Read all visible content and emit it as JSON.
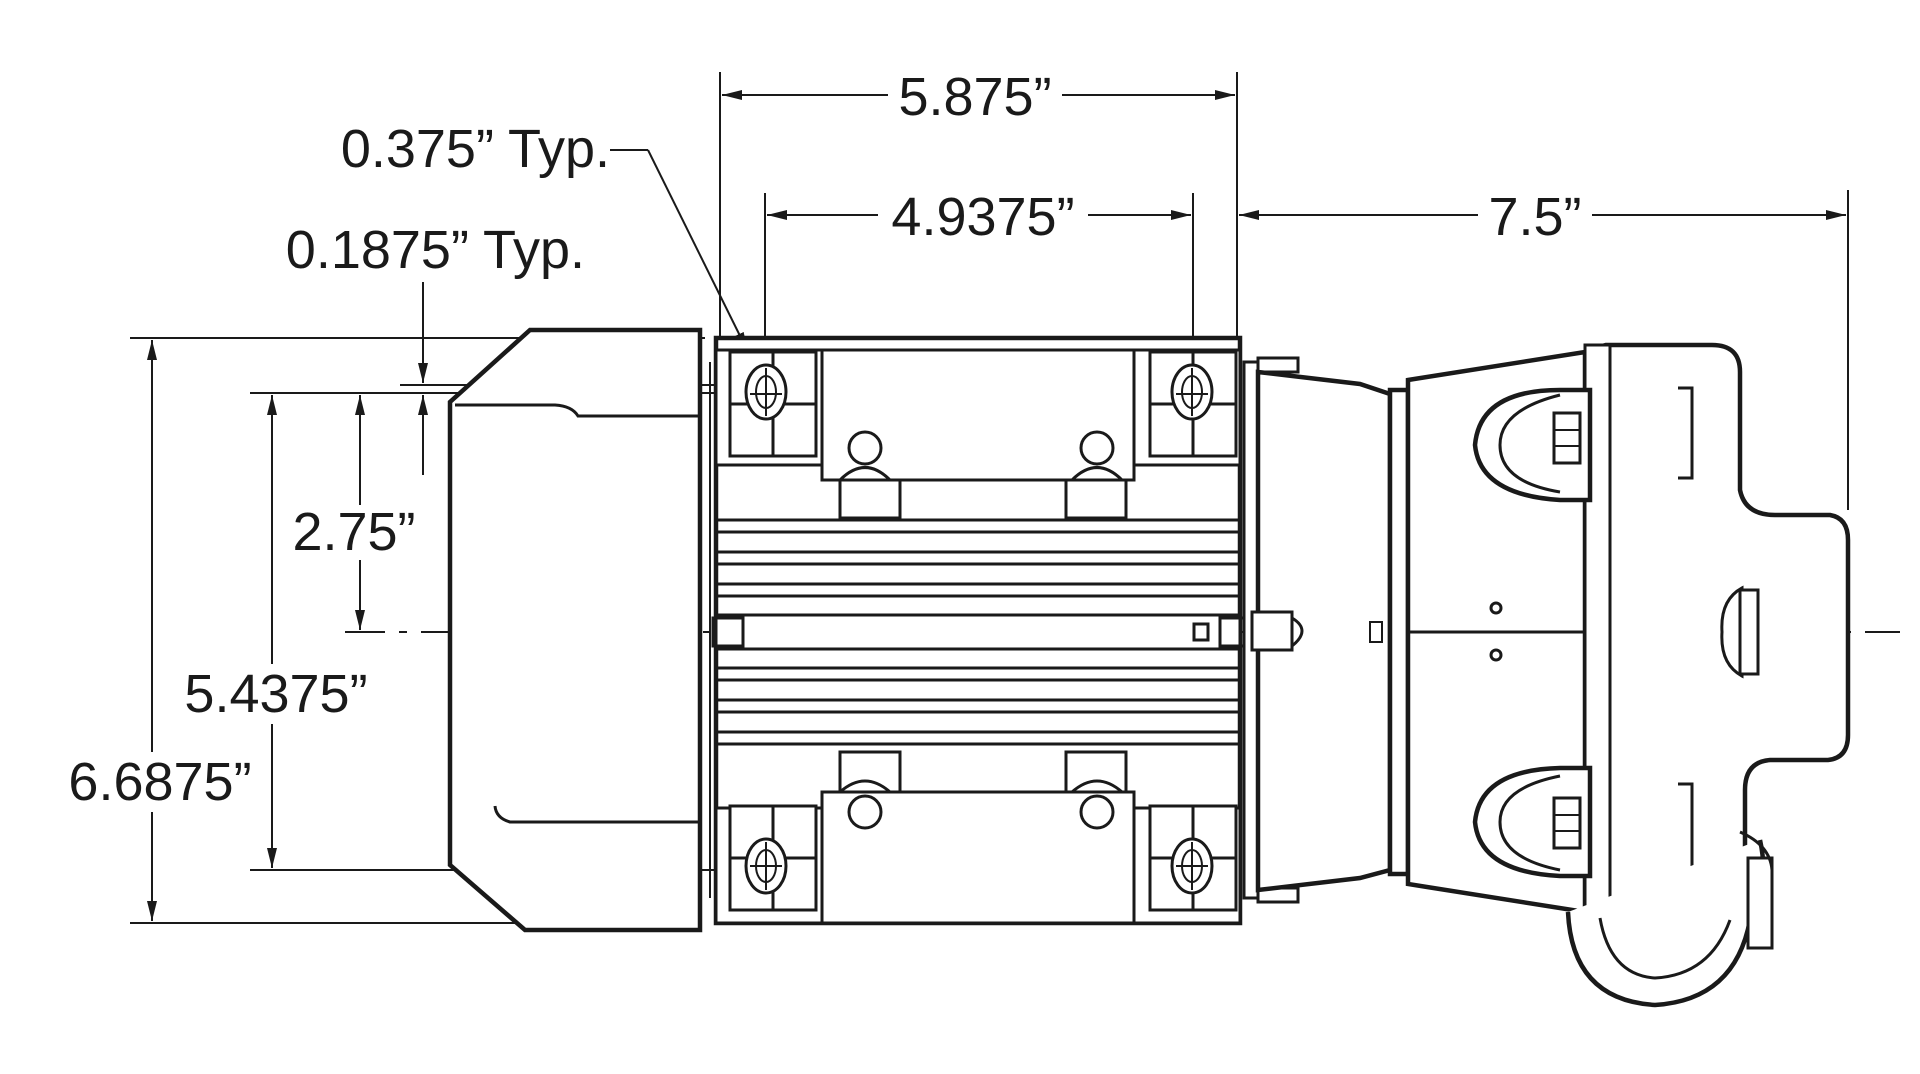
{
  "drawing": {
    "dimensions": {
      "overall_mount_width": "5.875”",
      "hole_spacing_width": "4.9375”",
      "pump_end_length": "7.5”",
      "slot_width_note": "0.375” Typ.",
      "slot_offset_note": "0.1875” Typ.",
      "shaft_height": "2.75”",
      "hole_spacing_height": "5.4375”",
      "overall_height": "6.6875”"
    }
  }
}
